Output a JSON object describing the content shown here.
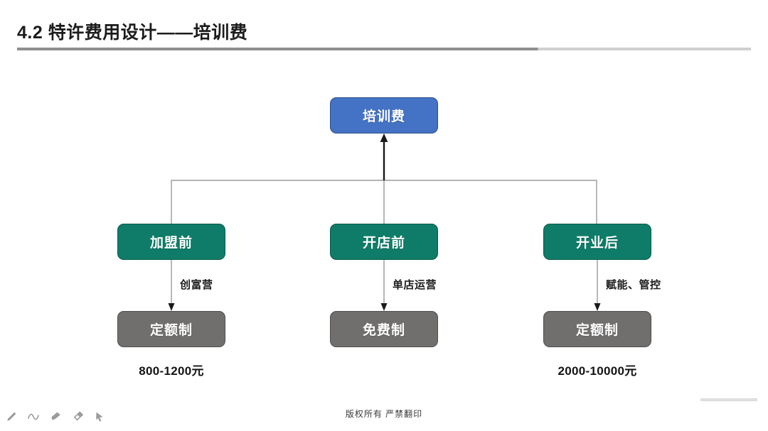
{
  "slide": {
    "title": "4.2  特许费用设计——培训费",
    "rule_color_left": "#8f8f8f",
    "rule_color_right": "#cfcfcf"
  },
  "diagram": {
    "type": "tree",
    "root": {
      "label": "培训费",
      "fill": "#4472C4",
      "border": "#2F4F86",
      "text_color": "#FFFFFF"
    },
    "stage_fill": "#0E7C68",
    "stage_border": "#0A5A4B",
    "mode_fill": "#706F6E",
    "mode_border": "#4F4E4D",
    "connector_color": "#9a9a9a",
    "arrow_color": "#1a1a1a",
    "branches": [
      {
        "stage": "加盟前",
        "edge_label": "创富营",
        "mode": "定额制",
        "price": "800-1200元"
      },
      {
        "stage": "开店前",
        "edge_label": "单店运营",
        "mode": "免费制",
        "price": ""
      },
      {
        "stage": "开业后",
        "edge_label": "赋能、管控",
        "mode": "定额制",
        "price": "2000-10000元"
      }
    ]
  },
  "footer": {
    "copyright": "版权所有  严禁翻印"
  },
  "ink_toolbar": {
    "tools": [
      {
        "name": "pen-icon",
        "label": "Pen"
      },
      {
        "name": "squiggle-icon",
        "label": "Freehand"
      },
      {
        "name": "highlighter-icon",
        "label": "Highlighter"
      },
      {
        "name": "eraser-icon",
        "label": "Eraser"
      },
      {
        "name": "cursor-icon",
        "label": "Select"
      }
    ]
  }
}
